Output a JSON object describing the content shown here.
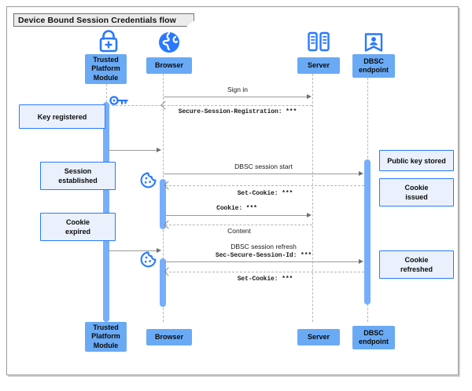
{
  "frame": {
    "title": "Device Bound Session Credentials flow"
  },
  "colors": {
    "participant_fill": "#6aaaf5",
    "note_fill": "#eaf1fd",
    "note_border": "#2979ff",
    "activation_bar": "#77aefc",
    "icon_blue": "#2979ff",
    "lifeline": "#b8b8b8",
    "frame_border": "#9a9a9a",
    "title_fill": "#ececec"
  },
  "participants": [
    {
      "id": "tpm",
      "label": "Trusted\nPlatform\nModule",
      "icon": "lock-plus-icon"
    },
    {
      "id": "browser",
      "label": "Browser",
      "icon": "globe-icon"
    },
    {
      "id": "server",
      "label": "Server",
      "icon": "server-rack-icon"
    },
    {
      "id": "dbsc",
      "label": "DBSC\nendpoint",
      "icon": "badge-person-icon"
    }
  ],
  "messages": [
    {
      "id": "m1",
      "text": "Sign in",
      "style": "sans",
      "from": "browser",
      "to": "server",
      "kind": "solid"
    },
    {
      "id": "m2",
      "text": "Secure-Session-Registration: ***",
      "style": "mono",
      "from": "server",
      "to": "browser",
      "kind": "dashed"
    },
    {
      "id": "m3",
      "text": "DBSC session start",
      "style": "sans",
      "from": "browser",
      "to": "dbsc",
      "kind": "solid"
    },
    {
      "id": "m4",
      "text": "Set-Cookie: ***",
      "style": "mono",
      "from": "dbsc",
      "to": "browser",
      "kind": "dashed"
    },
    {
      "id": "m5",
      "text": "Cookie: ***",
      "style": "mono",
      "from": "browser",
      "to": "server",
      "kind": "solid"
    },
    {
      "id": "m6",
      "text": "Content",
      "style": "sans",
      "from": "server",
      "to": "browser",
      "kind": "dashed"
    },
    {
      "id": "m7",
      "text": "DBSC session refresh",
      "style": "sans",
      "from": "browser",
      "to": "dbsc",
      "kind": "solid"
    },
    {
      "id": "m8",
      "text": "Sec-Secure-Session-Id: ***",
      "style": "mono",
      "from": "browser",
      "to": "dbsc",
      "kind": "solid"
    },
    {
      "id": "m9",
      "text": "Set-Cookie: ***",
      "style": "mono",
      "from": "dbsc",
      "to": "browser",
      "kind": "dashed"
    }
  ],
  "notes_left": [
    {
      "id": "n1",
      "text": "Key registered"
    },
    {
      "id": "n2",
      "text": "Session\nestablished"
    },
    {
      "id": "n3",
      "text": "Cookie\nexpired"
    }
  ],
  "notes_right": [
    {
      "id": "n4",
      "text": "Public key stored"
    },
    {
      "id": "n5",
      "text": "Cookie\nissued"
    },
    {
      "id": "n6",
      "text": "Cookie\nrefreshed"
    }
  ],
  "inline_icons": [
    {
      "id": "key1",
      "name": "key-icon"
    },
    {
      "id": "cookie1",
      "name": "cookie-icon"
    },
    {
      "id": "cookie2",
      "name": "cookie-icon"
    }
  ]
}
